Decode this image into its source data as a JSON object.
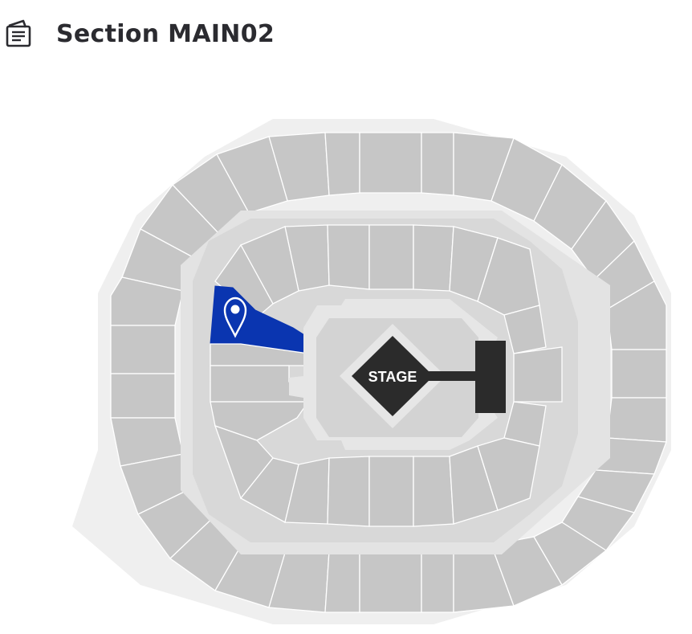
{
  "header": {
    "title": "Section MAIN02",
    "icon": "ticket-icon"
  },
  "map": {
    "stage_label": "STAGE",
    "selected_section": "MAIN02",
    "marker_icon": "location-pin-icon",
    "colors": {
      "section": "#c6c6c6",
      "concourse": "#e6e6e6",
      "outer_ring": "#efefef",
      "floor": "#d7d7d7",
      "selected": "#0a35b0",
      "stage": "#2b2b2b"
    }
  }
}
